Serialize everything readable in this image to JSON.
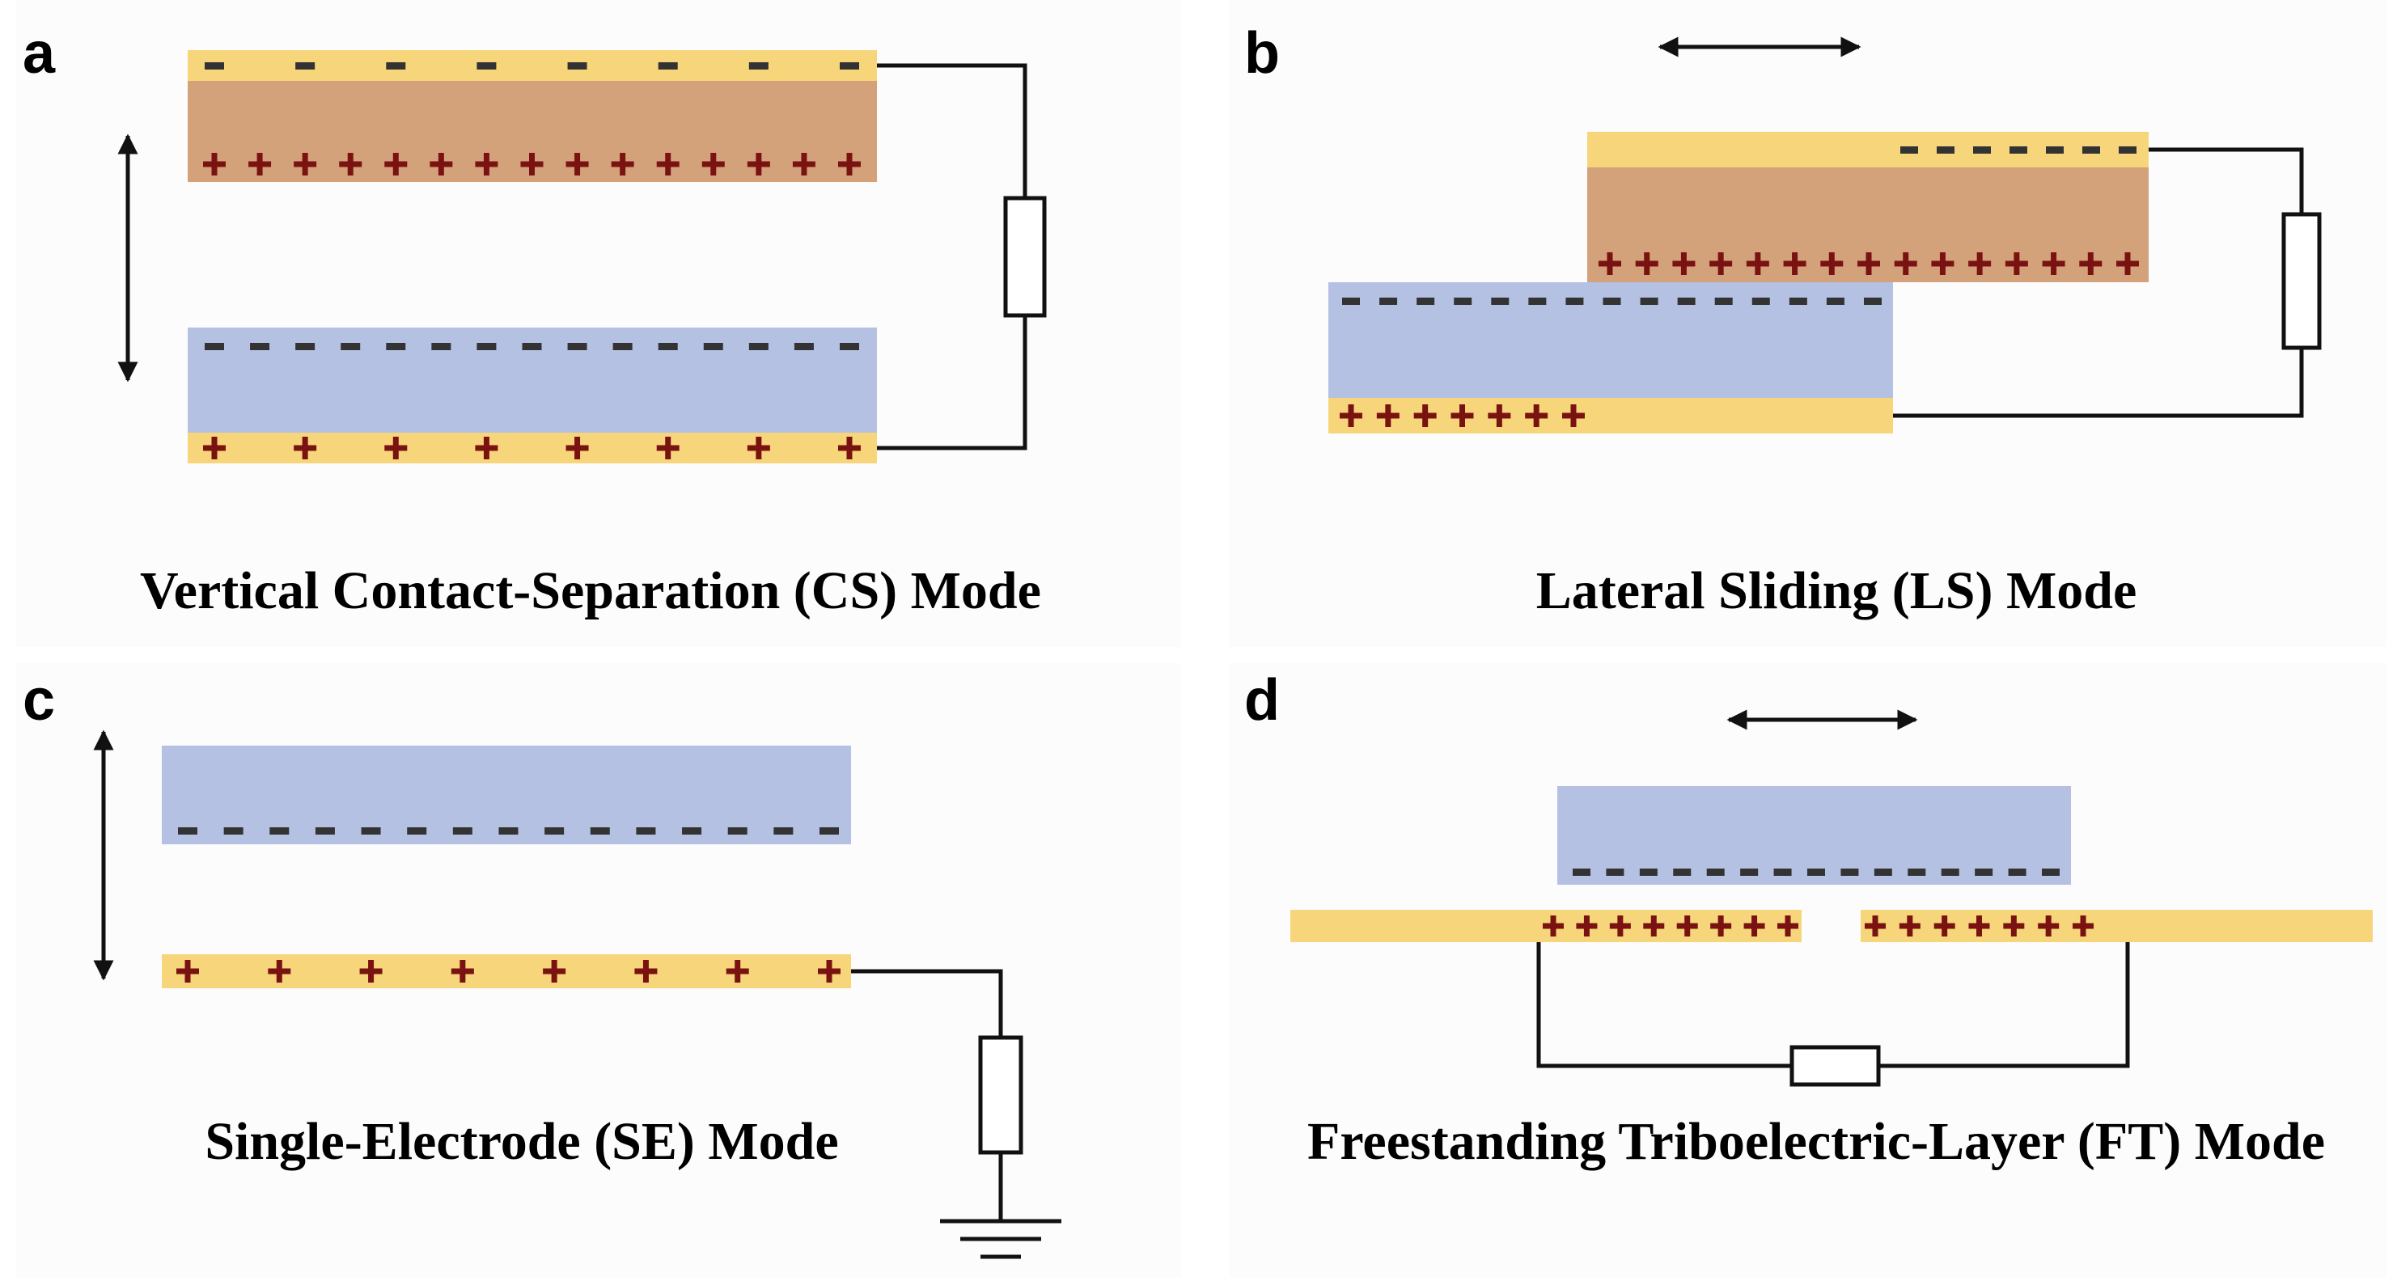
{
  "colors": {
    "electrode": "#f7d57a",
    "tribo_brown": "#d4a27a",
    "tribo_blue": "#b4c1e3",
    "negative": "#333333",
    "positive": "#7a1212",
    "wire": "#111111",
    "panel_bg": "#fcfcfc"
  },
  "panels": {
    "a": {
      "letter": "a",
      "caption": "Vertical Contact-Separation (CS) Mode",
      "top_electrode_negatives": 8,
      "top_layer_positives": 15,
      "bottom_layer_negatives": 15,
      "bottom_electrode_positives": 8,
      "motion": "vertical"
    },
    "b": {
      "letter": "b",
      "caption": "Lateral Sliding (LS) Mode",
      "top_electrode_negatives": 7,
      "top_layer_positives": 15,
      "bottom_layer_negatives": 15,
      "bottom_electrode_positives": 7,
      "motion": "horizontal"
    },
    "c": {
      "letter": "c",
      "caption": "Single-Electrode (SE) Mode",
      "layer_negatives": 15,
      "electrode_positives": 8,
      "motion": "vertical",
      "grounded": true
    },
    "d": {
      "letter": "d",
      "caption": "Freestanding Triboelectric-Layer (FT) Mode",
      "layer_negatives": 15,
      "left_electrode_positives": 8,
      "right_electrode_positives": 7,
      "motion": "horizontal"
    }
  }
}
